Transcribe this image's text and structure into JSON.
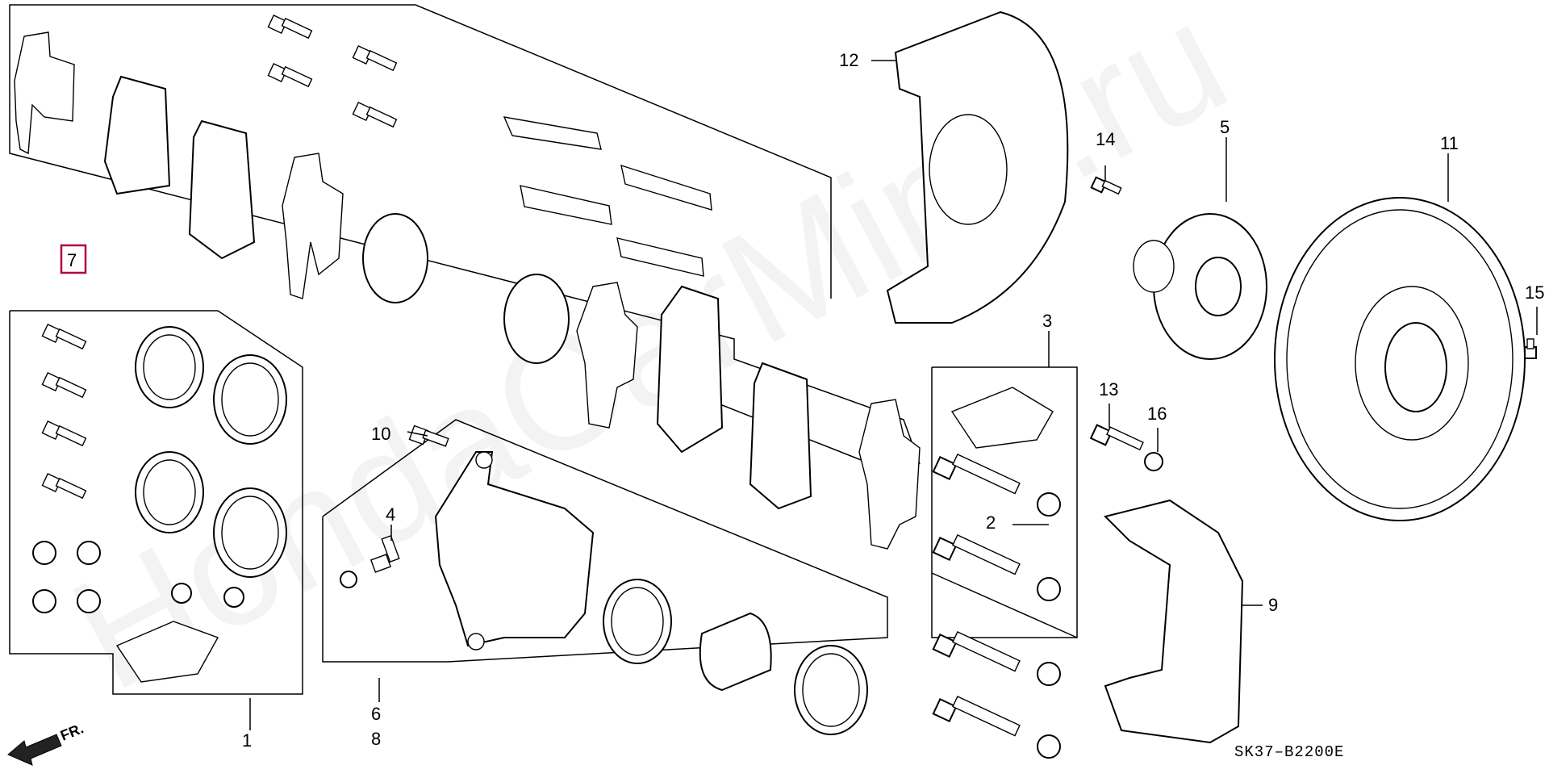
{
  "diagram": {
    "watermark": "HondaCarMine.ru",
    "reference_code": "SK37–B2200E",
    "direction_label": "FR.",
    "highlighted_callout": "7",
    "callouts": {
      "c1": "1",
      "c2": "2",
      "c3": "3",
      "c4": "4",
      "c5": "5",
      "c6": "6",
      "c7": "7",
      "c8": "8",
      "c9": "9",
      "c10": "10",
      "c11": "11",
      "c12": "12",
      "c13": "13",
      "c14": "14",
      "c15": "15",
      "c16": "16"
    },
    "colors": {
      "line": "#000000",
      "background": "#ffffff",
      "highlight": "#b0003a"
    }
  }
}
